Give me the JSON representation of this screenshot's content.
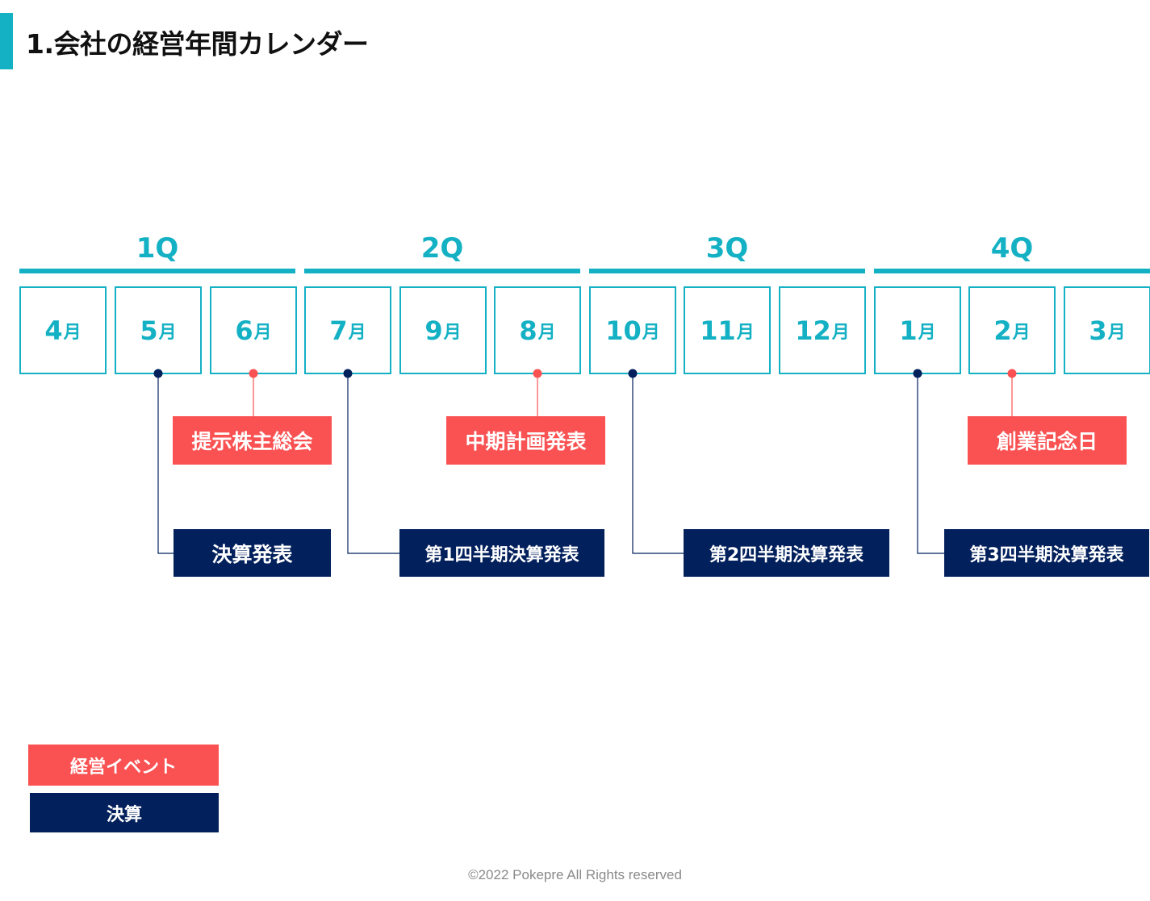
{
  "title": "1.会社の経営年間カレンダー",
  "colors": {
    "accent": "#14b1c4",
    "management_event": "#fa5253",
    "financial": "#02205c",
    "footer": "#8a8a8a"
  },
  "quarters": [
    {
      "label": "1Q"
    },
    {
      "label": "2Q"
    },
    {
      "label": "3Q"
    },
    {
      "label": "4Q"
    }
  ],
  "month_unit": "月",
  "months": [
    {
      "num": "4"
    },
    {
      "num": "5"
    },
    {
      "num": "6"
    },
    {
      "num": "7"
    },
    {
      "num": "9"
    },
    {
      "num": "8"
    },
    {
      "num": "10"
    },
    {
      "num": "11"
    },
    {
      "num": "12"
    },
    {
      "num": "1"
    },
    {
      "num": "2"
    },
    {
      "num": "3"
    }
  ],
  "events": [
    {
      "type": "management",
      "month_index": 2,
      "label": "提示株主総会"
    },
    {
      "type": "management",
      "month_index": 5,
      "label": "中期計画発表"
    },
    {
      "type": "management",
      "month_index": 10,
      "label": "創業記念日"
    },
    {
      "type": "financial",
      "month_index": 1,
      "label": "決算発表"
    },
    {
      "type": "financial",
      "month_index": 3,
      "label": "第1四半期決算発表"
    },
    {
      "type": "financial",
      "month_index": 6,
      "label": "第2四半期決算発表"
    },
    {
      "type": "financial",
      "month_index": 9,
      "label": "第3四半期決算発表"
    }
  ],
  "legend": {
    "management": "経営イベント",
    "financial": "決算"
  },
  "footer": "©2022 Pokepre All Rights reserved"
}
